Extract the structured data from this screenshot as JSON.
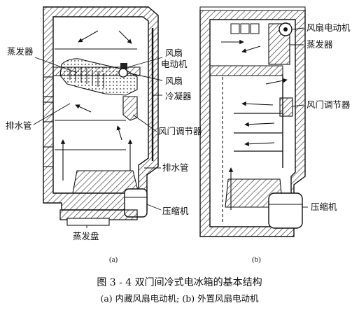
{
  "figure": {
    "caption": "图 3 - 4    双门间冷式电冰箱的基本结构",
    "subcaption": "(a) 内藏风扇电动机; (b) 外置风扇电动机"
  },
  "panel_a": {
    "tag": "(a)",
    "labels": {
      "evaporator": "蒸发器",
      "fan_motor_line1": "风扇",
      "fan_motor_line2": "电动机",
      "fan": "风扇",
      "condenser": "冷凝器",
      "drain_pipe_left": "排水管",
      "damper_regulator": "风门调节器",
      "drain_pipe_right": "排水管",
      "compressor": "压缩机",
      "evaporating_pan": "蒸发盘"
    }
  },
  "panel_b": {
    "tag": "(b)",
    "labels": {
      "fan_motor": "风扇电动机",
      "evaporator": "蒸发器",
      "damper_regulator": "风门调节器",
      "compressor": "压缩机"
    }
  }
}
